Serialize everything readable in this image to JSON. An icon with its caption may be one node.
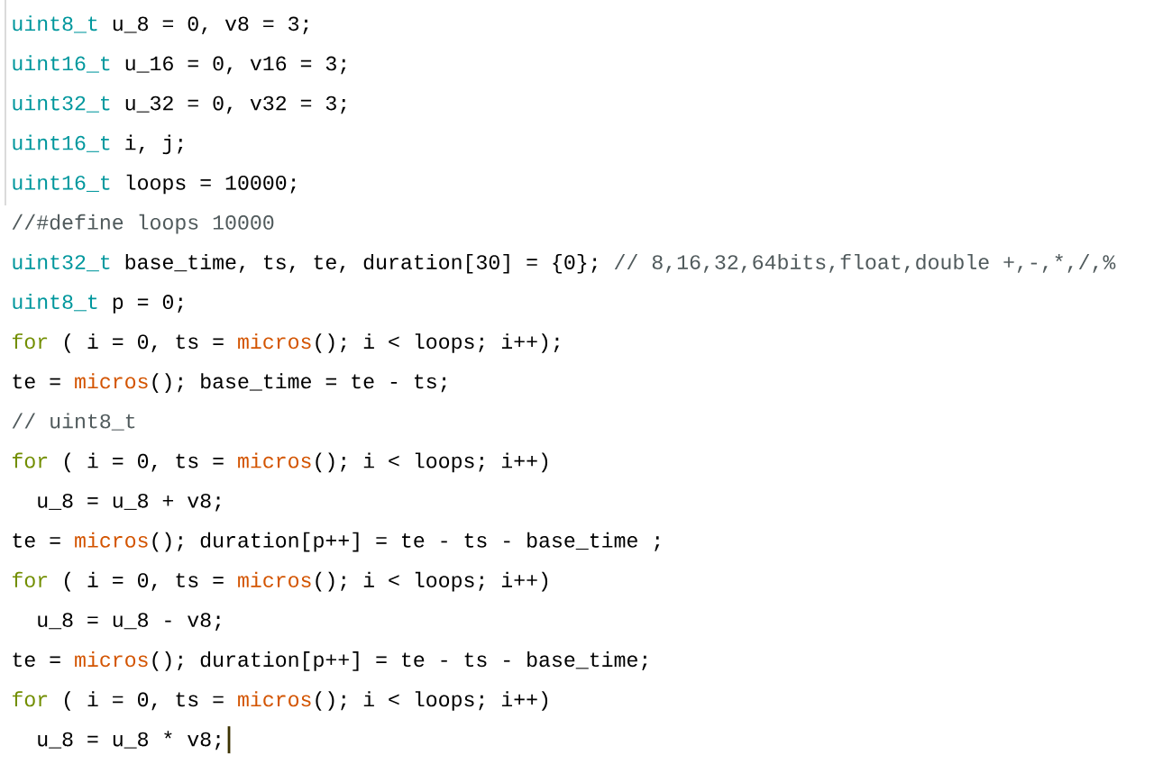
{
  "diagram": {
    "labels": [
      "uint8_t",
      "u_8 = 0, v8 = 3;",
      "uint16_t",
      "u_16 = 0, v16 = 3;",
      "uint32_t",
      "u_32 = 0, v32 = 3;",
      "uint16_t",
      "i, j;",
      "uint16_t",
      "loops = 10000;",
      "//#define loops 10000",
      "uint32_t",
      "base_time, ts, te, duration[30] = {0};",
      "// 8,16,32,64bits,float,double +,-,*,/,%",
      "uint8_t",
      "p = 0;",
      "for",
      "( i = 0, ts =",
      "micros",
      "(); i < loops; i++);",
      "te =",
      "micros",
      "(); base_time = te - ts;",
      "// uint8_t",
      "for",
      "( i = 0, ts =",
      "micros",
      "(); i < loops; i++)",
      "u_8 = u_8 + v8;",
      "te =",
      "micros",
      "(); duration[p++] = te - ts - base_time ;",
      "for",
      "( i = 0, ts =",
      "micros",
      "(); i < loops; i++)",
      "u_8 = u_8 - v8;",
      "te =",
      "micros",
      "(); duration[p++] = te - ts - base_time;",
      "for",
      "( i = 0, ts =",
      "micros",
      "(); i < loops; i++)",
      "u_8 = u_8 * v8;"
    ]
  }
}
